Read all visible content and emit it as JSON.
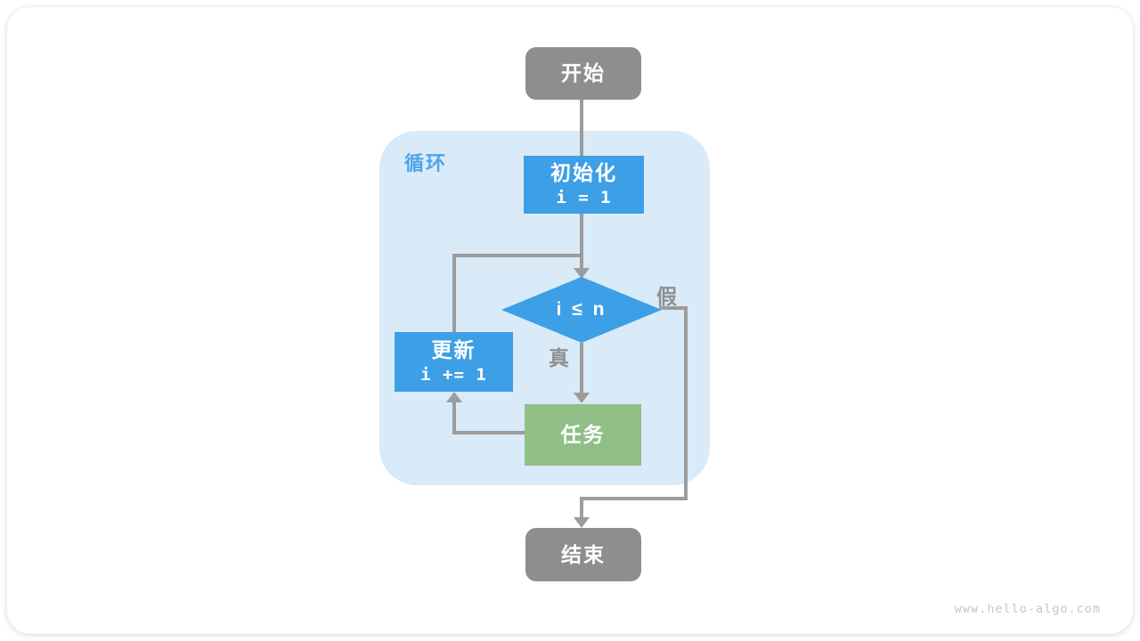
{
  "diagram": {
    "type": "flowchart",
    "title_context": "loop structure flowchart",
    "loop_container": {
      "label": "循环"
    },
    "nodes": {
      "start": {
        "label": "开始",
        "shape": "rounded-rect",
        "color": "#8E8E8E"
      },
      "init": {
        "label": "初始化",
        "code": "i = 1",
        "shape": "rect",
        "color": "#3D9FE6"
      },
      "condition": {
        "label": "i ≤ n",
        "shape": "diamond",
        "color": "#3D9FE6"
      },
      "update": {
        "label": "更新",
        "code": "i += 1",
        "shape": "rect",
        "color": "#3D9FE6"
      },
      "task": {
        "label": "任务",
        "shape": "rect",
        "color": "#90BF88"
      },
      "end": {
        "label": "结束",
        "shape": "rounded-rect",
        "color": "#8E8E8E"
      }
    },
    "branches": {
      "true_label": "真",
      "false_label": "假"
    },
    "edges": [
      {
        "from": "start",
        "to": "init"
      },
      {
        "from": "init",
        "to": "condition"
      },
      {
        "from": "condition",
        "to": "task",
        "label": "真"
      },
      {
        "from": "task",
        "to": "update"
      },
      {
        "from": "update",
        "to": "condition"
      },
      {
        "from": "condition",
        "to": "end",
        "label": "假"
      }
    ],
    "colors": {
      "node_blue": "#3D9FE6",
      "node_green": "#90BF88",
      "node_gray": "#8E8E8E",
      "loop_background": "#D9EAF8",
      "loop_label_blue": "#4FA4E8",
      "edge_gray": "#9C9C9C",
      "branch_label_gray": "#8F8F8F"
    }
  },
  "footer": {
    "watermark": "www.hello-algo.com"
  }
}
